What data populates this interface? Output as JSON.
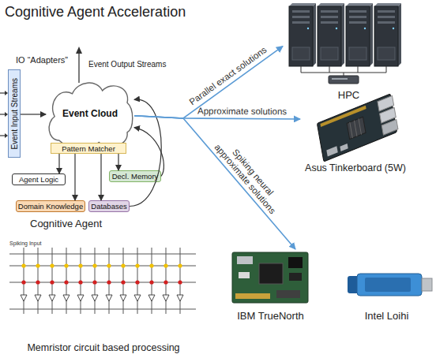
{
  "diagram": {
    "title": "Cognitive Agent Acceleration",
    "nodes": [
      {
        "text": [
          "Event Input Streams"
        ]
      },
      {
        "text": [
          "Event Cloud"
        ]
      },
      {
        "text": [
          "Pattern Matcher"
        ]
      },
      {
        "text": [
          "Agent Logic"
        ]
      },
      {
        "text": [
          "Decl. Memory"
        ]
      },
      {
        "text": [
          "Domain Knowledge"
        ]
      },
      {
        "text": [
          "Databases"
        ]
      },
      {
        "text": [
          "HPC"
        ]
      },
      {
        "text": [
          "Asus Tinkerboard (5W)"
        ]
      },
      {
        "text": [
          "IBM TrueNorth"
        ]
      },
      {
        "text": [
          "Intel Loihi"
        ]
      },
      {
        "text": [
          "Memristor circuit based processing"
        ]
      }
    ],
    "edges": [
      {
        "from": 0,
        "to": 1,
        "arrow": "to"
      },
      {
        "from": 2,
        "to": 3,
        "arrow": "to"
      },
      {
        "from": 2,
        "to": 5,
        "arrow": "to"
      },
      {
        "from": 2,
        "to": 6,
        "arrow": "to"
      },
      {
        "from": 2,
        "to": 4,
        "arrow": "to"
      },
      {
        "from": 6,
        "to": 1,
        "arrow": "to"
      },
      {
        "from": 4,
        "to": 1,
        "arrow": "to"
      },
      {
        "from": 1,
        "to": 7,
        "label": "Parallel exact solutions",
        "arrow": "to"
      },
      {
        "from": 1,
        "to": 8,
        "label": "Approximate solutions",
        "arrow": "to"
      },
      {
        "from": 1,
        "to": 9,
        "label": "Spiking neural approximate solutions",
        "arrow": "to"
      }
    ],
    "labels": [
      "IO “Adapters”",
      "Event Output Streams",
      "Cognitive Agent",
      "Spiking Input"
    ]
  }
}
